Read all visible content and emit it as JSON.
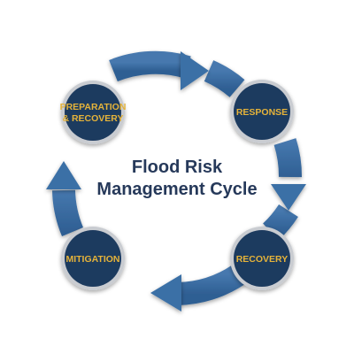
{
  "title": {
    "line1": "Flood Risk",
    "line2": "Management Cycle"
  },
  "nodes": {
    "preparation": {
      "line1": "PREPARATION",
      "line2": "& RECOVERY"
    },
    "response": {
      "line1": "RESPONSE"
    },
    "recovery": {
      "line1": "RECOVERY"
    },
    "mitigation": {
      "line1": "MITIGATION"
    }
  },
  "colors": {
    "ring": "#3b6fa6",
    "ring_dark": "#2c5a8c",
    "node_fill": "#1f3a5f",
    "node_border": "#c9ccd1",
    "label": "#e5b33a",
    "title": "#26395a"
  }
}
